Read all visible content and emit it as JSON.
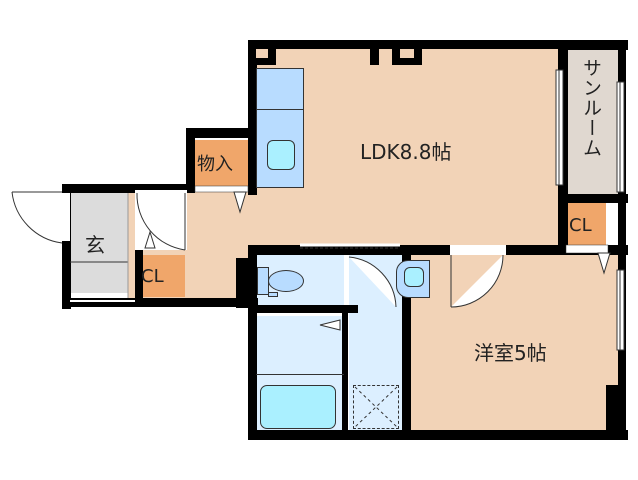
{
  "floor_plan": {
    "rooms": {
      "ldk": {
        "label": "LDK8.8帖",
        "color": "#f2d3b7"
      },
      "western_room": {
        "label": "洋室5帖",
        "color": "#f2d3b7"
      },
      "sunroom": {
        "label": "サンルーム",
        "color": "#e0d8d0"
      },
      "entrance": {
        "label": "玄",
        "color": "#dcdcdc"
      },
      "storage": {
        "label": "物入",
        "color": "#f0a66a"
      },
      "closet_entrance": {
        "label": "CL",
        "color": "#f0a66a"
      },
      "closet_ldk": {
        "label": "CL",
        "color": "#f0a66a"
      },
      "toilet": {
        "color": "#dcefff"
      },
      "bath": {
        "color": "#dcefff"
      },
      "washroom": {
        "color": "#dcefff"
      }
    },
    "colors": {
      "wall": "#000000",
      "wood_floor": "#f2d3b7",
      "wet_area": "#dcefff",
      "fixture": "#b8dcff",
      "fixture_water": "#aaf0ff",
      "closet": "#f0a66a",
      "entrance_floor": "#dcdcdc",
      "sunroom_floor": "#e0d8d0"
    }
  }
}
